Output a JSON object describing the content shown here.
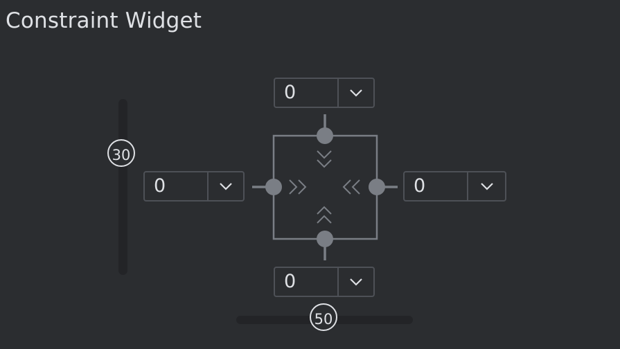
{
  "title": "Constraint Widget",
  "margins": {
    "top": "0",
    "left": "0",
    "right": "0",
    "bottom": "0"
  },
  "vertical_bias": "30",
  "horizontal_bias": "50",
  "colors": {
    "background": "#2b2d30",
    "text": "#dfe1e5",
    "border": "#4e5157",
    "widget": "#7a7e85",
    "track": "#232427"
  },
  "icons": {
    "dropdown": "chevron-down-icon",
    "chevrons": "double-chevron-icon"
  }
}
